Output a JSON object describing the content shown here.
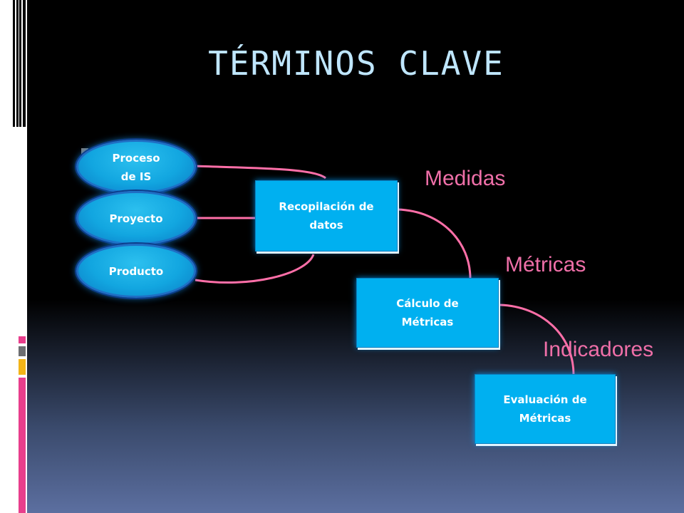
{
  "slide": {
    "title": "TÉRMINOS CLAVE"
  },
  "diagram": {
    "sources": [
      "Proceso de IS",
      "Proyecto",
      "Producto"
    ],
    "steps": [
      "Recopilación de datos",
      "Cálculo de Métricas",
      "Evaluación de Métricas"
    ],
    "labels": [
      "Medidas",
      "Métricas",
      "Indicadores"
    ],
    "colors": {
      "node_fill": "#00b0f0",
      "connector": "#ff6fa8",
      "label_text": "#ef6fa8",
      "title_text": "#bfe6ff"
    }
  }
}
